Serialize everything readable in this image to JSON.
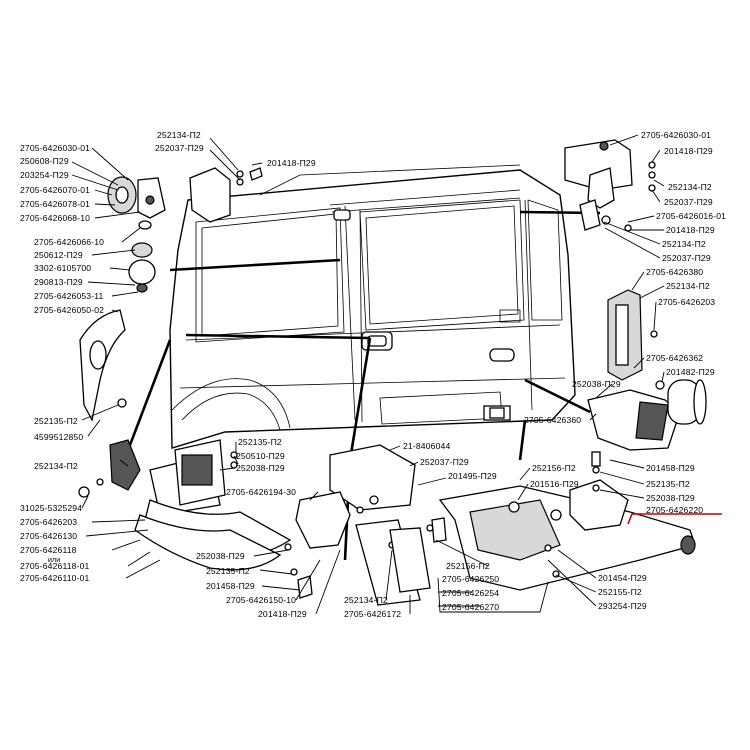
{
  "labels": {
    "l01": "252134-П2",
    "l02": "252037-П29",
    "l03": "201418-П29",
    "l04": "2705-6426030-01",
    "l05": "250608-П29",
    "l06": "203254-П29",
    "l07": "2705-6426070-01",
    "l08": "2705-6426078-01",
    "l09": "2705-6426068-10",
    "l10": "2705-6426066-10",
    "l11": "250612-П29",
    "l12": "3302-6105700",
    "l13": "290813-П29",
    "l14": "2705-6426053-11",
    "l15": "2705-6426050-02",
    "l16": "252135-П2",
    "l17": "4599512850",
    "l18": "2705-6426030-01",
    "l19": "201418-П29",
    "l20": "252134-П2",
    "l21": "252037-П29",
    "l22": "2705-6426016-01",
    "l23": "201418-П29",
    "l24": "252134-П2",
    "l25": "252037-П29",
    "l26": "2705-6426380",
    "l27": "252134-П2",
    "l28": "2705-6426203",
    "l29": "2705-6426362",
    "l30": "201482-П29",
    "l31": "252038-П29",
    "l32": "2705-6426360",
    "l33": "201458-П29",
    "l34": "252135-П2",
    "l35": "252038-П29",
    "l36": "2705-6426220",
    "l37": "252134-П2",
    "l38": "252135-П2",
    "l39": "250510-П29",
    "l40": "252038-П29",
    "l41": "21-8406044",
    "l42": "252037-П29",
    "l43": "201495-П29",
    "l44": "252156-П2",
    "l45": "201516-П29",
    "l46": "2705-6426194-30",
    "l47": "31025-5325294",
    "l48": "2705-6426203",
    "l49": "2705-6426130",
    "l50": "2705-6426118",
    "l51": "или",
    "l52": "2705-6426118-01",
    "l53": "2705-6426110-01",
    "l54": "252038-П29",
    "l55": "252135-П2",
    "l56": "201458-П29",
    "l57": "2705-6426150-10",
    "l58": "201418-П29",
    "l59": "252134-П2",
    "l60": "2705-6426172",
    "l61": "252156-П2",
    "l62": "2705-6426250",
    "l63": "2705-6426254",
    "l64": "2705-6426270",
    "l65": "201454-П29",
    "l66": "252155-П2",
    "l67": "293254-П29"
  },
  "accent_color": "#cc0000",
  "ink_color": "#000000"
}
